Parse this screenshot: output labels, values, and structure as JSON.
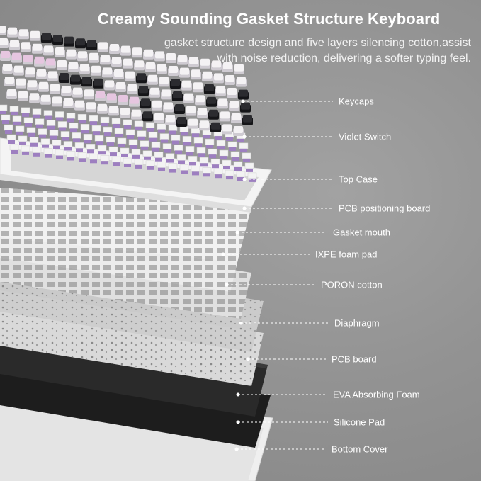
{
  "header": {
    "title": "Creamy Sounding Gasket Structure Keyboard",
    "subtitle_line1": "gasket structure design and five layers silencing cotton,assist",
    "subtitle_line2": "with noise reduction, delivering a softer typing feel."
  },
  "layers": [
    "Keycaps",
    "Violet Switch",
    "Top Case",
    "PCB positioning board",
    "Gasket mouth",
    "IXPE foam pad",
    "PORON cotton",
    "Diaphragm",
    "PCB board",
    "EVA Absorbing Foam",
    "Silicone Pad",
    "Bottom Cover"
  ],
  "colors": {
    "background": "#939393",
    "keycap_white": "#f4f2f4",
    "keycap_pink": "#e6c6e0",
    "keycap_black": "#2b2b2f",
    "switch_violet": "#9d7fc0",
    "foam_black": "#232323"
  }
}
